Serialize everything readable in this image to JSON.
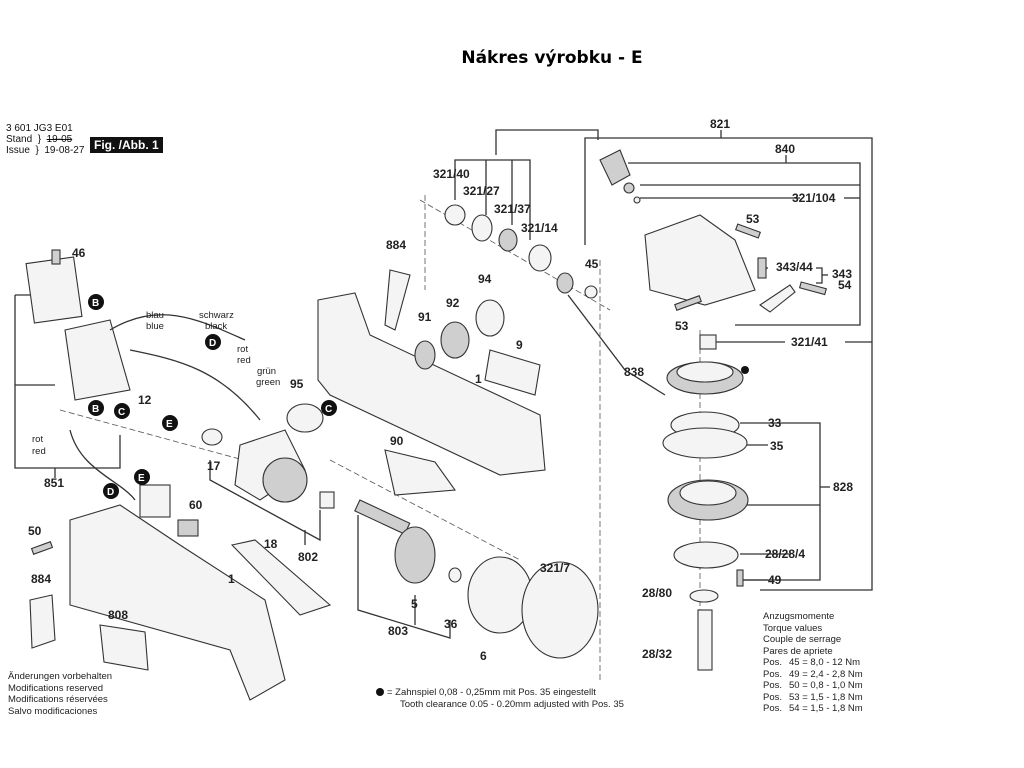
{
  "page_title": "Nákres výrobku - E",
  "header": {
    "part_number": "3 601 JG3 E01",
    "stand_label": "Stand",
    "issue_label": "Issue",
    "old_date": "19-05",
    "issue_date": "19-08-27",
    "figure_label": "Fig. /Abb. 1"
  },
  "part_labels": {
    "p821": "821",
    "p840": "840",
    "p321_104": "321/104",
    "p53a": "53",
    "p53b": "53",
    "p343_44": "343/44",
    "p343": "343",
    "p54": "54",
    "p321_41": "321/41",
    "p838": "838",
    "p33": "33",
    "p35": "35",
    "p828": "828",
    "p28_28_4": "28/28/4",
    "p49": "49",
    "p28_80": "28/80",
    "p28_32": "28/32",
    "p321_40": "321/40",
    "p321_27": "321/27",
    "p321_37": "321/37",
    "p321_14": "321/14",
    "p45": "45",
    "p884a": "884",
    "p94": "94",
    "p92": "92",
    "p91": "91",
    "p9": "9",
    "p1a": "1",
    "p95": "95",
    "p90": "90",
    "p46": "46",
    "p12": "12",
    "p17": "17",
    "p851": "851",
    "p60": "60",
    "p50": "50",
    "p884b": "884",
    "p18": "18",
    "p1b": "1",
    "p802": "802",
    "p808": "808",
    "p5": "5",
    "p803": "803",
    "p36": "36",
    "p6": "6",
    "p321_7": "321/7"
  },
  "badges": {
    "b": "B",
    "c": "C",
    "d": "D",
    "e": "E"
  },
  "wire_labels": {
    "blau": "blau",
    "blue": "blue",
    "schwarz": "schwarz",
    "black": "black",
    "rot": "rot",
    "red": "red",
    "gruen": "grün",
    "green": "green",
    "rot2": "rot",
    "red2": "red"
  },
  "modifications": [
    "Änderungen vorbehalten",
    "Modifications reserved",
    "Modifications réservées",
    "Salvo modificaciones"
  ],
  "tooth_note": {
    "line1": "= Zahnspiel 0,08 - 0,25mm mit Pos. 35 eingestellt",
    "line2": "Tooth clearance 0.05 - 0.20mm adjusted with Pos. 35"
  },
  "torque": {
    "headings": [
      "Anzugsmomente",
      "Torque values",
      "Couple de serrage",
      "Pares de apriete"
    ],
    "rows": [
      {
        "prefix": "Pos.",
        "value": "45 = 8,0 - 12  Nm"
      },
      {
        "prefix": "Pos.",
        "value": "49 = 2,4 - 2,8 Nm"
      },
      {
        "prefix": "Pos.",
        "value": "50 = 0,8 - 1,0 Nm"
      },
      {
        "prefix": "Pos.",
        "value": "53 = 1,5 - 1,8 Nm"
      },
      {
        "prefix": "Pos.",
        "value": "54 = 1,5 - 1,8 Nm"
      }
    ]
  }
}
